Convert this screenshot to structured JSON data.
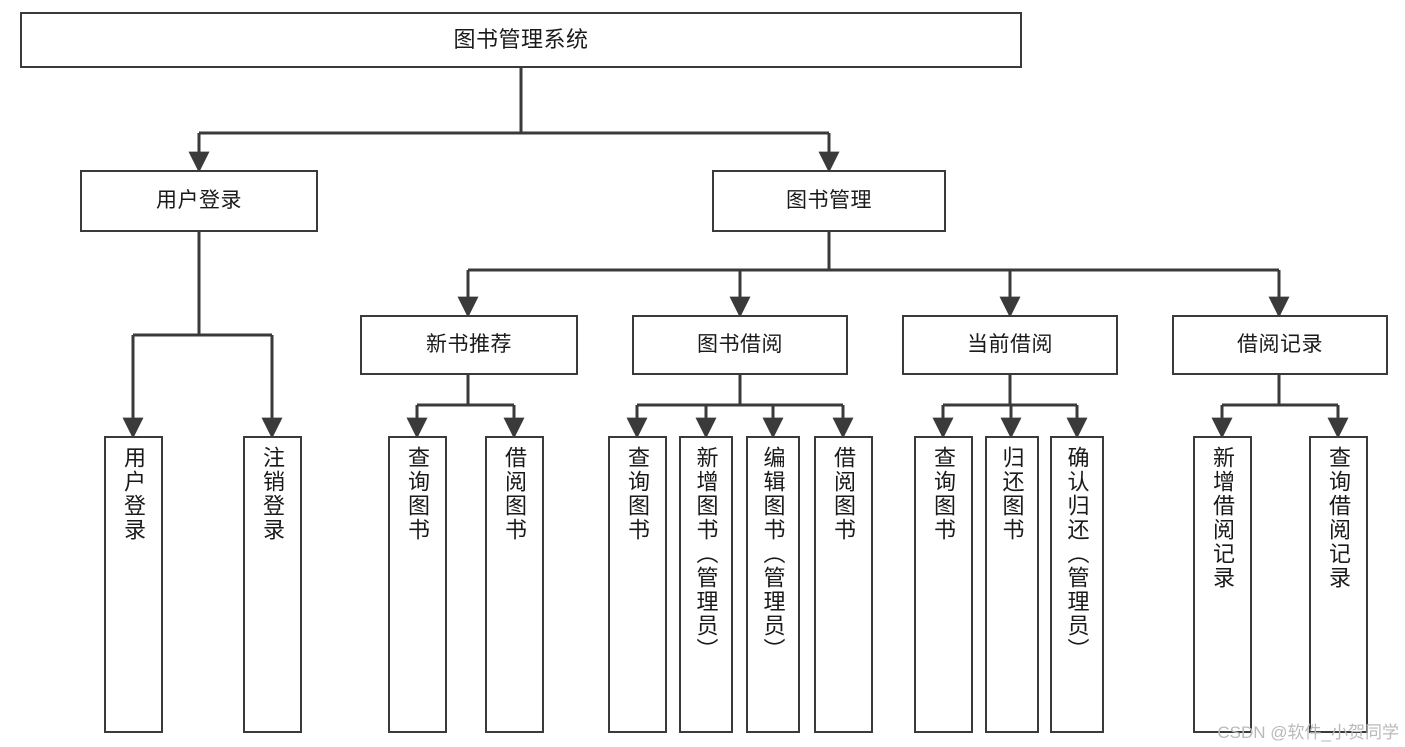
{
  "diagram": {
    "title": "图书管理系统",
    "watermark": "CSDN @软件_小贺同学",
    "colors": {
      "background": "#ffffff",
      "stroke": "#3a3a3a",
      "text": "#1a1a1a",
      "watermark": "#b9b9b9"
    },
    "root": {
      "label": "图书管理系统"
    },
    "level2": [
      {
        "label": "用户登录"
      },
      {
        "label": "图书管理"
      }
    ],
    "level3": [
      {
        "label": "新书推荐"
      },
      {
        "label": "图书借阅"
      },
      {
        "label": "当前借阅"
      },
      {
        "label": "借阅记录"
      }
    ],
    "leaves": {
      "user_login": [
        {
          "label": "用户登录"
        },
        {
          "label": "注销登录"
        }
      ],
      "new_book": [
        {
          "label": "查询图书"
        },
        {
          "label": "借阅图书"
        }
      ],
      "book_borrow": [
        {
          "label": "查询图书"
        },
        {
          "label": "新增图书（管理员）"
        },
        {
          "label": "编辑图书（管理员）"
        },
        {
          "label": "借阅图书"
        }
      ],
      "current_borrow": [
        {
          "label": "查询图书"
        },
        {
          "label": "归还图书"
        },
        {
          "label": "确认归还（管理员）"
        }
      ],
      "borrow_record": [
        {
          "label": "新增借阅记录"
        },
        {
          "label": "查询借阅记录"
        }
      ]
    }
  }
}
